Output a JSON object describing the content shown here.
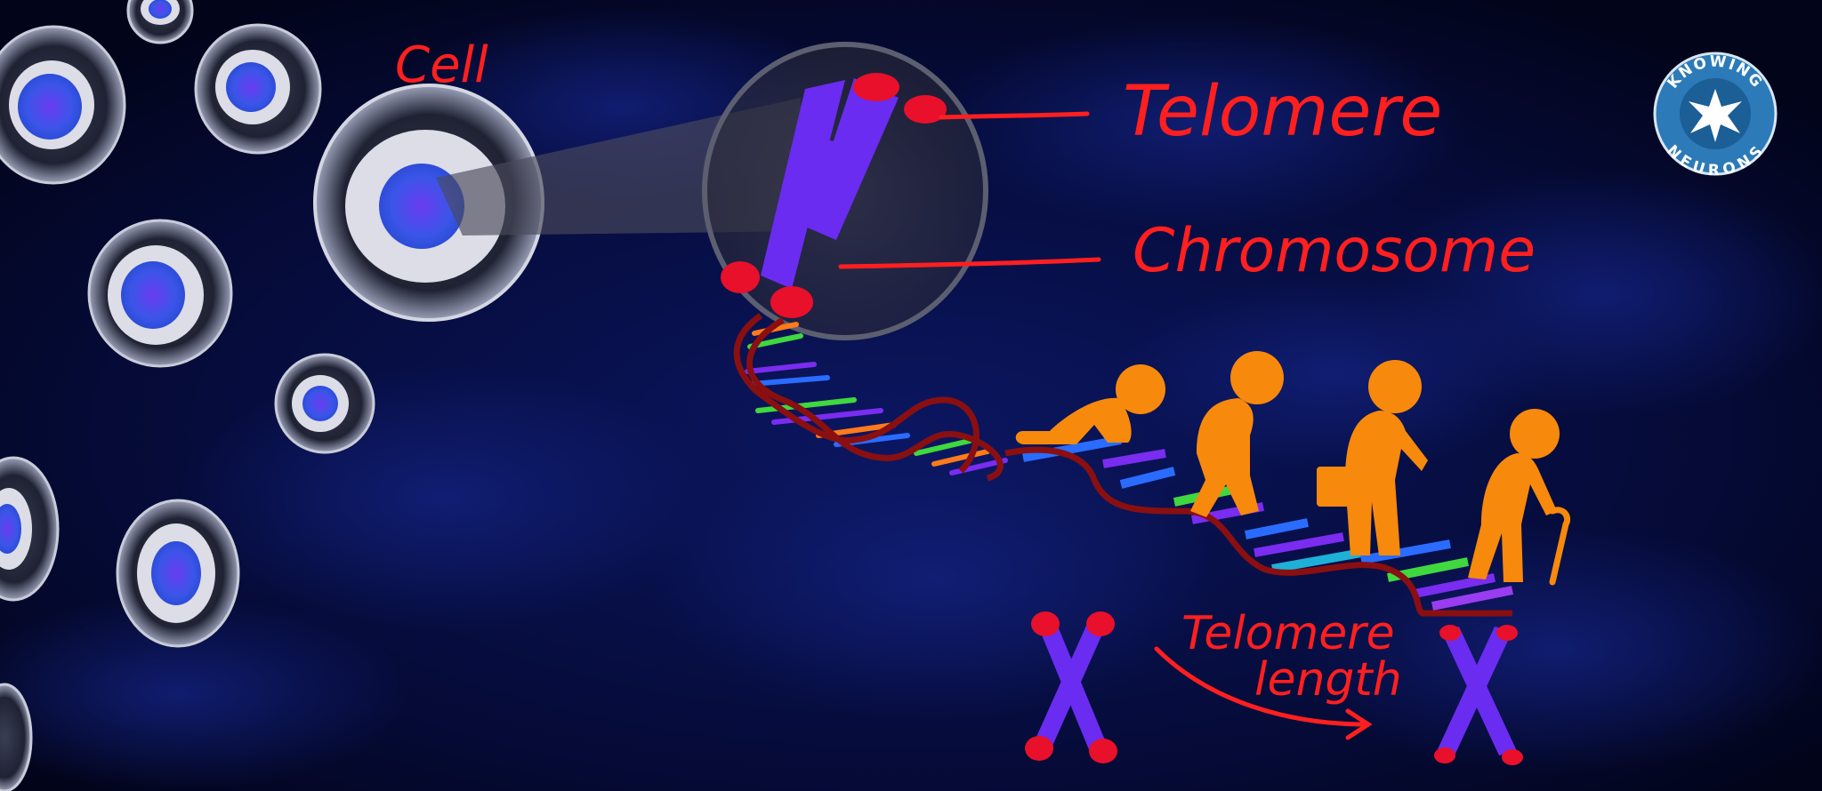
{
  "labels": {
    "cell": "Cell",
    "telomere": "Telomere",
    "chromosome": "Chromosome",
    "telomere_length_line1": "Telomere",
    "telomere_length_line2": "length"
  },
  "logo": {
    "top": "KNOWING",
    "bottom": "NEURONS"
  },
  "colors": {
    "background": "#03061e",
    "annotation": "#ff1f1f",
    "chromosome": "#6a2cf0",
    "telomere_cap": "#e8102a",
    "person": "#f7890c",
    "dna_backbone": "#8a0f10",
    "logo_ring": "#2c7ab8"
  },
  "icons": [
    "cell-icon",
    "chromosome-icon",
    "dna-helix-icon",
    "baby-icon",
    "child-icon",
    "adult-icon",
    "elder-icon",
    "logo-icon"
  ]
}
